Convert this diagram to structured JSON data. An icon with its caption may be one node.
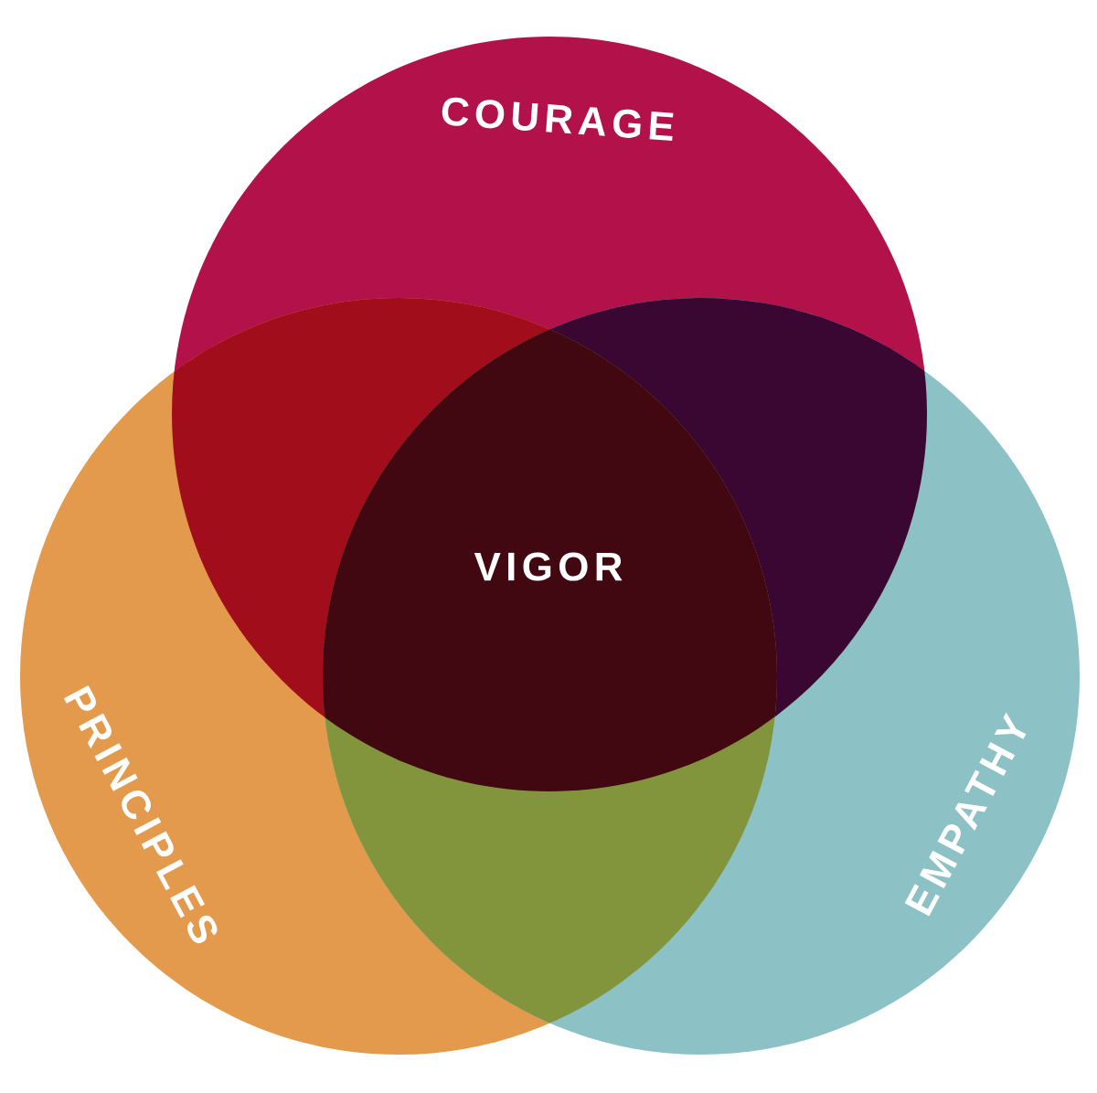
{
  "diagram": {
    "nodes": [
      {
        "text": [
          "COURAGE"
        ]
      },
      {
        "text": [
          "PRINCIPLES"
        ]
      },
      {
        "text": [
          "EMPATHY"
        ]
      }
    ],
    "labels": [
      "VIGOR"
    ]
  }
}
